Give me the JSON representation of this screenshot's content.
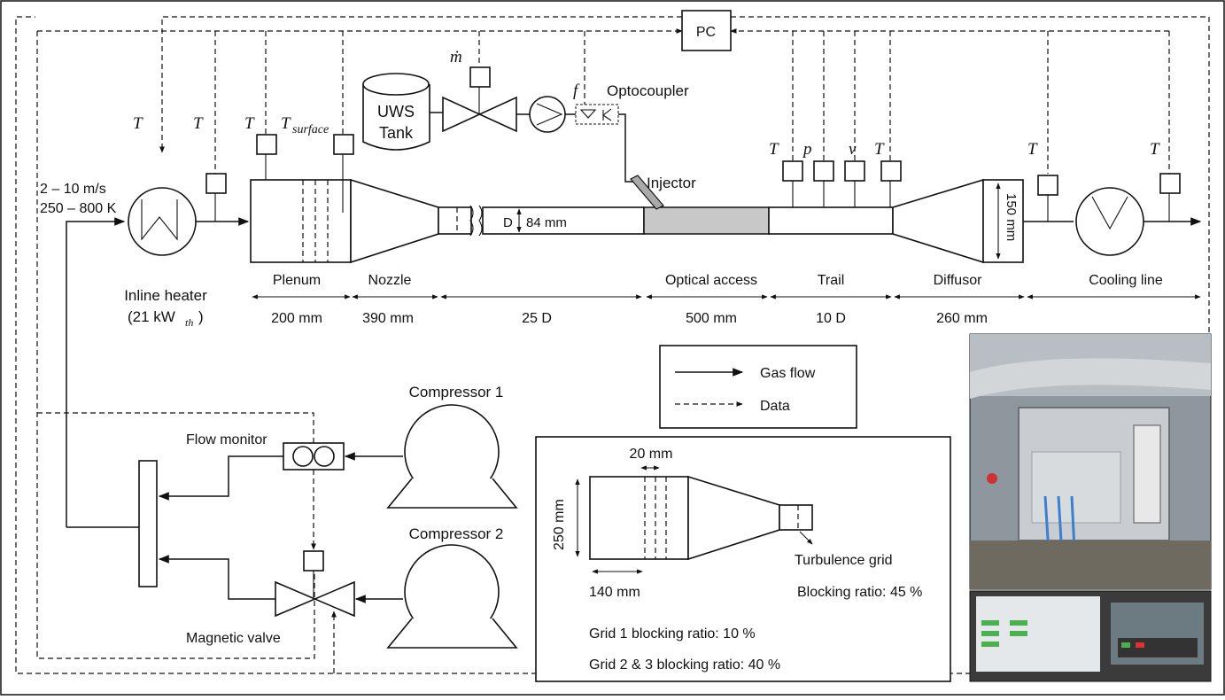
{
  "components": {
    "pc": "PC",
    "tank_line1": "UWS",
    "tank_line2": "Tank",
    "mdot": "ṁ",
    "freq": "f",
    "optocoupler": "Optocoupler",
    "injector": "Injector",
    "inline_heater": "Inline heater",
    "heater_power_base": "(21 kW",
    "heater_power_sub": "th",
    "heater_power_close": ")",
    "inlet_speed": "2 – 10 m/s",
    "inlet_temp": "250 – 800 K",
    "flow_monitor": "Flow monitor",
    "compressor_1": "Compressor 1",
    "compressor_2": "Compressor 2",
    "magnetic_valve": "Magnetic valve",
    "diameter_label": "D",
    "diameter_value": "84 mm",
    "diffusor_height": "150 mm"
  },
  "sensors": {
    "T": "T",
    "T_surface_base": "T",
    "T_surface_sub": "surface",
    "p": "p",
    "v": "v⃗"
  },
  "sections": [
    {
      "name": "Plenum",
      "length": "200 mm"
    },
    {
      "name": "Nozzle",
      "length": "390 mm"
    },
    {
      "name": "",
      "length": "25 D"
    },
    {
      "name": "Optical access",
      "length": "500 mm"
    },
    {
      "name": "Trail",
      "length": "10 D"
    },
    {
      "name": "Diffusor",
      "length": "260 mm"
    },
    {
      "name": "Cooling line",
      "length": ""
    }
  ],
  "legend": {
    "gas_flow": "Gas flow",
    "data": "Data"
  },
  "inset": {
    "grid_spacing": "20 mm",
    "plenum_height": "250 mm",
    "plenum_length": "140 mm",
    "turbulence_grid": "Turbulence grid",
    "blocking_ratio": "Blocking ratio: 45 %",
    "grid1": "Grid 1 blocking ratio: 10 %",
    "grid23": "Grid 2 & 3 blocking ratio: 40 %"
  },
  "colors": {
    "line": "#111111",
    "optical_access_fill": "#c8c8c8",
    "photo_sky": "#9aa4ad",
    "photo_rig": "#c9ccd0"
  }
}
